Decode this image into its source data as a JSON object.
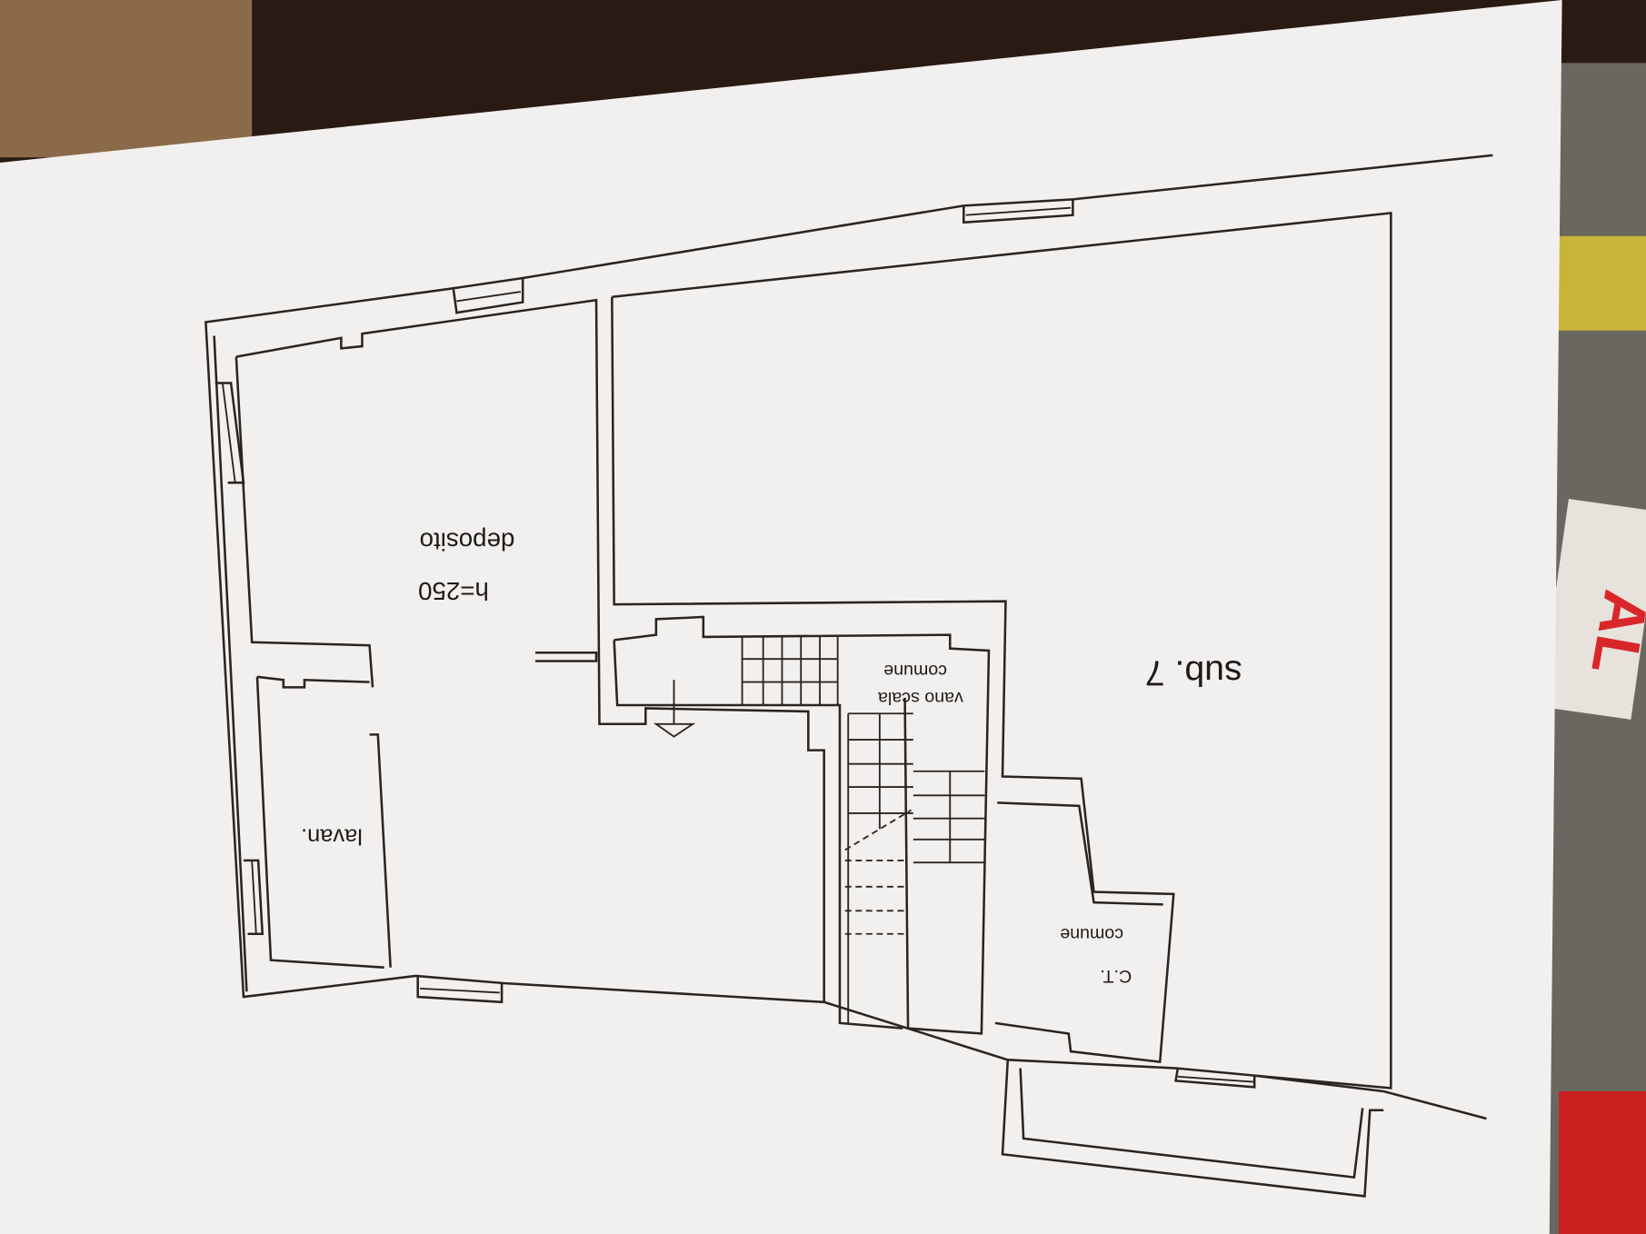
{
  "plan": {
    "rooms": {
      "deposito": "deposito",
      "deposito_height": "h=250",
      "lavanderia": "lavan.",
      "sub": "sub. 7",
      "stair_line1": "vano scala",
      "stair_line2": "comune",
      "ct_line1": "C.T.",
      "ct_line2": "comune"
    },
    "background_text": {
      "sign": "AL"
    }
  },
  "colors": {
    "paper": "#f2f0ee",
    "ink": "#2b2420",
    "background": "#2a1a14",
    "sign_red": "#d8262a"
  }
}
